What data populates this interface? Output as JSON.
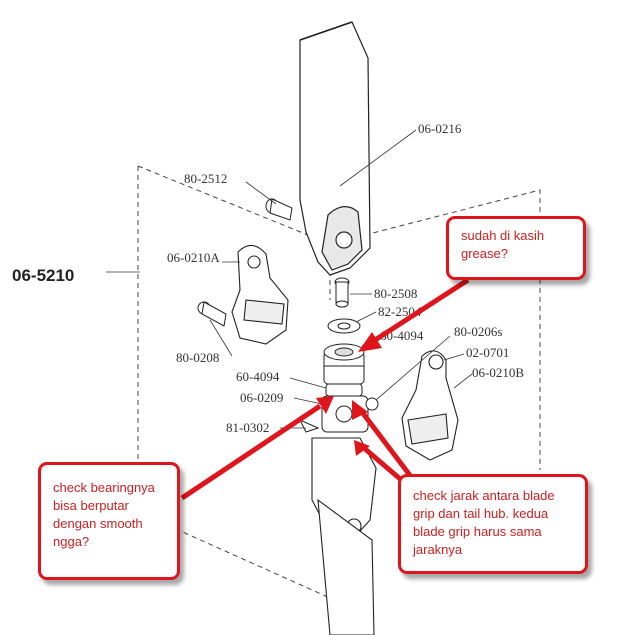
{
  "assembly": {
    "code": "06-5210"
  },
  "parts": {
    "blade": "06-0216",
    "screw_top": "80-2512",
    "pin": "80-2508",
    "washer": "82-2504",
    "bearing_stack": "60-4094",
    "bearing_stack_right": "60-4094",
    "grip_a": "06-0210A",
    "screw_left": "80-0208",
    "bolt_right": "80-0206s",
    "link_ball": "02-0701",
    "grip_b": "06-0210B",
    "spacer": "06-0209",
    "nut": "81-0302"
  },
  "callouts": {
    "grease": "sudah di kasih grease?",
    "bearing": "check bearingnya bisa berputar dengan smooth ngga?",
    "distance": "check jarak antara blade grip dan tail hub. kedua blade grip harus sama jaraknya"
  },
  "colors": {
    "annotation_red": "#e0141b",
    "line_art": "#333333"
  }
}
